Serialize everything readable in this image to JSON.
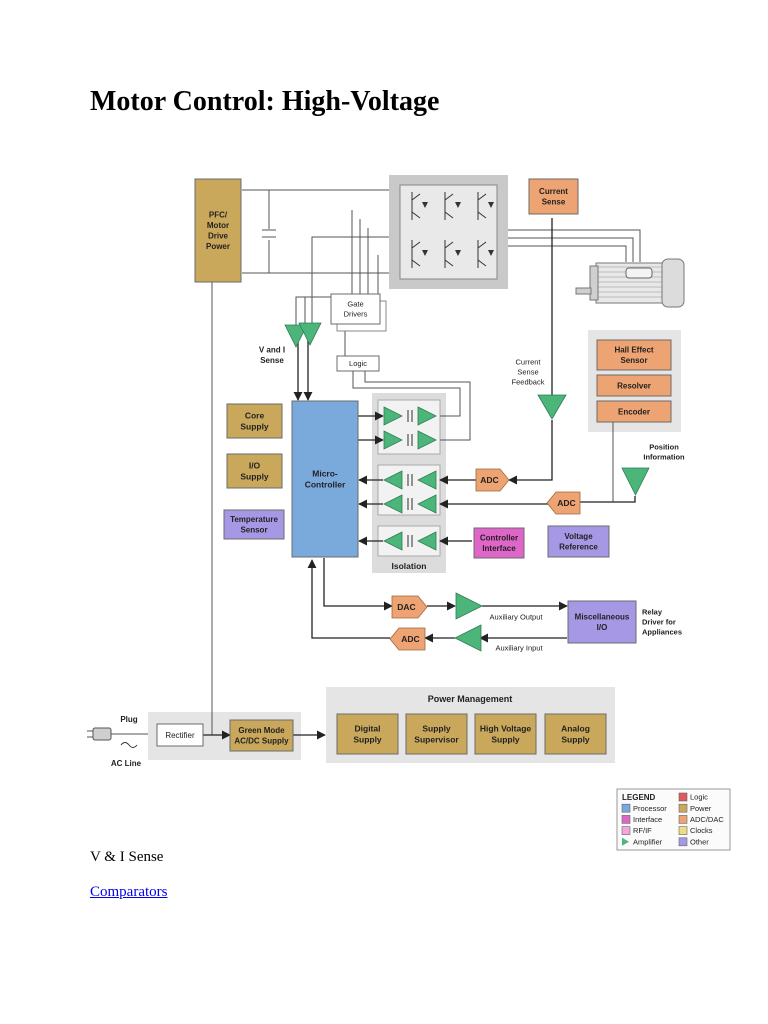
{
  "page": {
    "title": "Motor Control: High-Voltage",
    "section_label": "V & I Sense",
    "link_label": "Comparators"
  },
  "colors": {
    "power": "#c9a85c",
    "processor": "#7aa9dc",
    "adc": "#eea372",
    "interface": "#df66c8",
    "other": "#a798e6",
    "amplifier": "#4cb57a",
    "gray_panel": "#e5e5e5"
  },
  "diagram": {
    "pfc": [
      "PFC/",
      "Motor",
      "Drive",
      "Power"
    ],
    "current_sense": [
      "Current",
      "Sense"
    ],
    "gate_drivers": [
      "Gate",
      "Drivers"
    ],
    "logic": "Logic",
    "v_and_i_sense": [
      "V and I",
      "Sense"
    ],
    "core_supply": [
      "Core",
      "Supply"
    ],
    "io_supply": [
      "I/O",
      "Supply"
    ],
    "temperature_sensor": [
      "Temperature",
      "Sensor"
    ],
    "microcontroller": [
      "Micro-",
      "Controller"
    ],
    "isolation": "Isolation",
    "hall_effect": [
      "Hall Effect",
      "Sensor"
    ],
    "resolver": "Resolver",
    "encoder": "Encoder",
    "current_sense_feedback": [
      "Current",
      "Sense",
      "Feedback"
    ],
    "position_information": [
      "Position",
      "Information"
    ],
    "adc": "ADC",
    "dac": "DAC",
    "controller_interface": [
      "Controller",
      "Interface"
    ],
    "voltage_reference": [
      "Voltage",
      "Reference"
    ],
    "auxiliary_output": "Auxiliary Output",
    "auxiliary_input": "Auxiliary Input",
    "misc_io": [
      "Miscellaneous",
      "I/O"
    ],
    "relay_driver": [
      "Relay",
      "Driver for",
      "Appliances"
    ],
    "power_management": "Power Management",
    "digital_supply": [
      "Digital",
      "Supply"
    ],
    "supply_supervisor": [
      "Supply",
      "Supervisor"
    ],
    "high_voltage_supply": [
      "High Voltage",
      "Supply"
    ],
    "analog_supply": [
      "Analog",
      "Supply"
    ],
    "plug": "Plug",
    "ac_line": "AC Line",
    "rectifier": "Rectifier",
    "green_mode": [
      "Green Mode",
      "AC/DC Supply"
    ]
  },
  "legend": {
    "title": "LEGEND",
    "items": [
      {
        "label": "Processor",
        "color": "#7aa9dc",
        "icon": "swatch"
      },
      {
        "label": "Interface",
        "color": "#df66c8",
        "icon": "swatch"
      },
      {
        "label": "RF/IF",
        "color": "#f2a6e0",
        "icon": "swatch"
      },
      {
        "label": "Amplifier",
        "color": "#4cb57a",
        "icon": "triangle"
      },
      {
        "label": "Logic",
        "color": "#e0595e",
        "icon": "swatch"
      },
      {
        "label": "Power",
        "color": "#c9a85c",
        "icon": "swatch"
      },
      {
        "label": "ADC/DAC",
        "color": "#eea372",
        "icon": "swatch"
      },
      {
        "label": "Clocks",
        "color": "#eedc82",
        "icon": "swatch"
      },
      {
        "label": "Other",
        "color": "#a798e6",
        "icon": "swatch"
      }
    ]
  }
}
